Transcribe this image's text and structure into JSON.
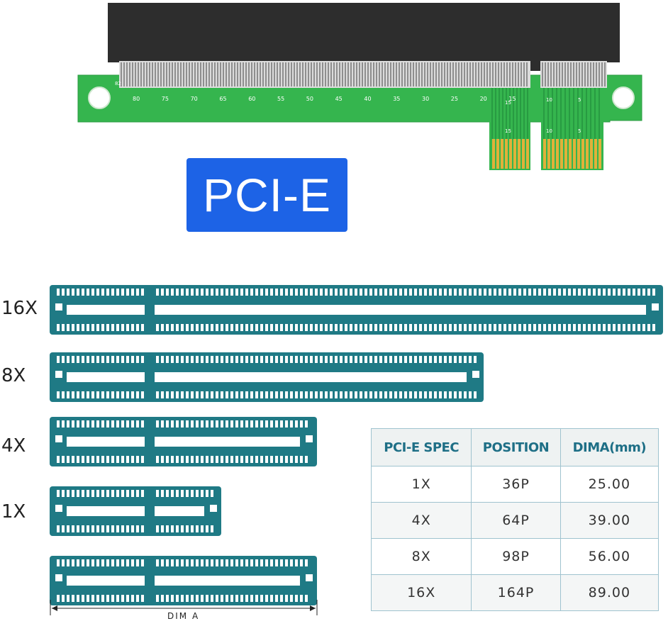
{
  "riser": {
    "pin_numbers": [
      "80",
      "75",
      "70",
      "65",
      "60",
      "55",
      "50",
      "45",
      "40",
      "35",
      "30",
      "25",
      "20",
      "15"
    ],
    "small_labels": [
      "82",
      "15",
      "10",
      "5",
      "15",
      "10",
      "5"
    ]
  },
  "badge": {
    "label": "PCI-E"
  },
  "slots": [
    {
      "label": "16X"
    },
    {
      "label": "8X"
    },
    {
      "label": "4X"
    },
    {
      "label": "1X"
    }
  ],
  "dim_label": "DIM A",
  "table": {
    "headers": [
      "PCI-E SPEC",
      "POSITION",
      "DIMA(mm)"
    ],
    "rows": [
      [
        "1X",
        "36P",
        "25.00"
      ],
      [
        "4X",
        "64P",
        "39.00"
      ],
      [
        "8X",
        "98P",
        "56.00"
      ],
      [
        "16X",
        "164P",
        "89.00"
      ]
    ]
  },
  "colors": {
    "slot_teal": "#1f7a85",
    "pcb_green": "#2db54a",
    "badge_blue": "#1d63e6",
    "gold": "#e0b13a"
  }
}
